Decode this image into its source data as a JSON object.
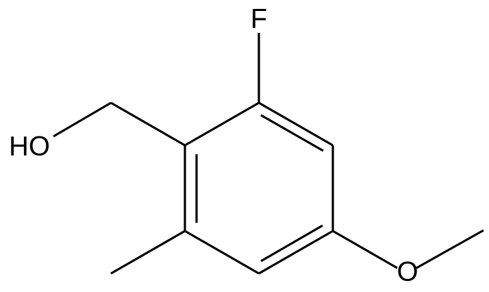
{
  "molecule": {
    "atoms": {
      "fluorine": "F",
      "hydroxyl": "HO",
      "methoxy_oxygen": "O"
    }
  }
}
